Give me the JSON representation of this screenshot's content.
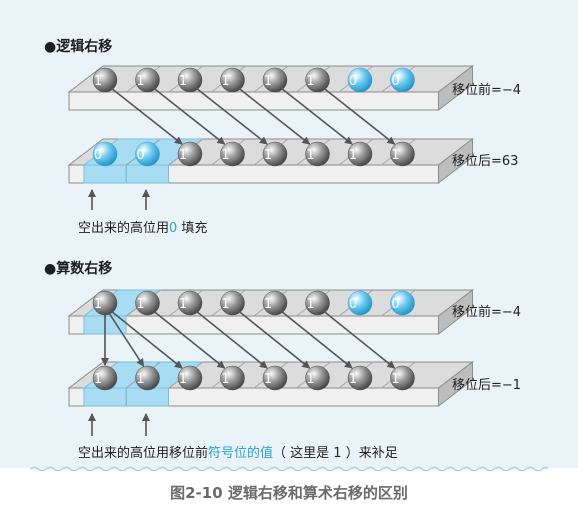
{
  "sections": {
    "logical": {
      "title": "●逻辑右移",
      "before_bits": [
        "1",
        "1",
        "1",
        "1",
        "1",
        "1",
        "0",
        "0"
      ],
      "after_bits": [
        "0",
        "0",
        "1",
        "1",
        "1",
        "1",
        "1",
        "1"
      ],
      "before_label": "移位前=−4",
      "after_label": "移位后=63",
      "note_prefix": "空出来的高位用",
      "note_highlight": "0",
      "note_suffix": " 填充"
    },
    "arithmetic": {
      "title": "●算数右移",
      "before_bits": [
        "1",
        "1",
        "1",
        "1",
        "1",
        "1",
        "0",
        "0"
      ],
      "after_bits": [
        "1",
        "1",
        "1",
        "1",
        "1",
        "1",
        "1",
        "1"
      ],
      "before_label": "移位前=−4",
      "after_label": "移位后=−1",
      "note_prefix": "空出来的高位用移位前",
      "note_highlight": "符号位的值",
      "note_suffix": "（ 这里是 1 ）来补足"
    }
  },
  "caption": "图2-10  逻辑右移和算术右移的区别",
  "colors": {
    "panel_bg": "#eaf3f7",
    "tray_top": "#dcdcdc",
    "tray_front": "#f0f0f0",
    "tray_highlight": "#a7dcf2",
    "ball_one": "#6d6d6d",
    "ball_zero": "#3fb2e4",
    "arrow": "#555555",
    "accent": "#2aa3d8"
  }
}
